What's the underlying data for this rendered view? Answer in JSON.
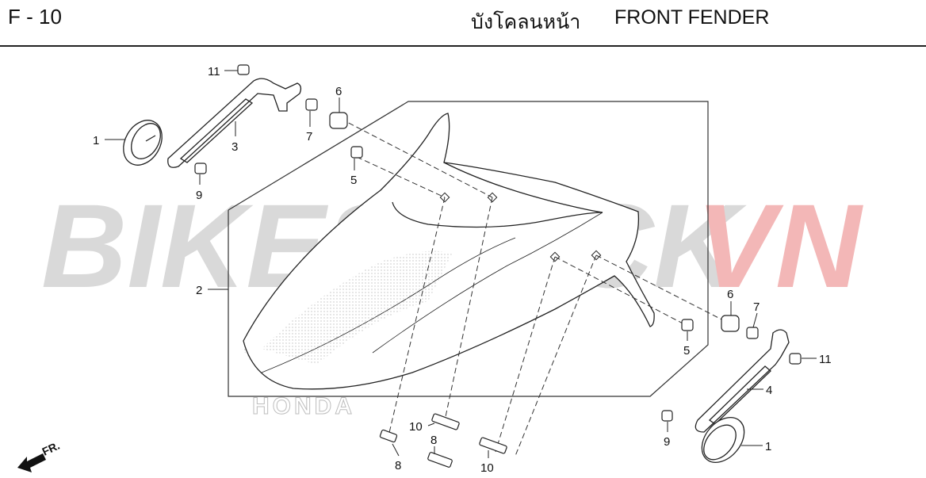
{
  "header": {
    "page_code": "F - 10",
    "title_thai": "บังโคลนหน้า",
    "title_en": "FRONT FENDER"
  },
  "watermark": {
    "text_main": "BIKESTOCK",
    "text_accent": "VN",
    "color_main": "#d9d9d9",
    "color_accent": "#f3b7b7"
  },
  "background_logo": {
    "text": "HONDA"
  },
  "direction_indicator": {
    "label": "FR."
  },
  "callouts": {
    "c1_left": "1",
    "c1_right": "1",
    "c2": "2",
    "c3": "3",
    "c4": "4",
    "c5_top": "5",
    "c5_bottom": "5",
    "c6_top": "6",
    "c6_bottom": "6",
    "c7_top": "7",
    "c7_bottom": "7",
    "c8_left": "8",
    "c8_mid": "8",
    "c9_top": "9",
    "c9_bottom": "9",
    "c10_mid": "10",
    "c10_bottom": "10",
    "c11_top": "11",
    "c11_bottom": "11"
  },
  "parts": [
    {
      "number": "1",
      "icon": "cap-icon"
    },
    {
      "number": "2",
      "icon": "fender-icon"
    },
    {
      "number": "3",
      "icon": "stay-bracket-icon"
    },
    {
      "number": "4",
      "icon": "stay-bracket-icon"
    },
    {
      "number": "5",
      "icon": "collar-icon"
    },
    {
      "number": "6",
      "icon": "rubber-grommet-icon"
    },
    {
      "number": "7",
      "icon": "collar-icon"
    },
    {
      "number": "8",
      "icon": "bolt-icon"
    },
    {
      "number": "9",
      "icon": "nut-icon"
    },
    {
      "number": "10",
      "icon": "bolt-icon"
    },
    {
      "number": "11",
      "icon": "nut-icon"
    }
  ]
}
